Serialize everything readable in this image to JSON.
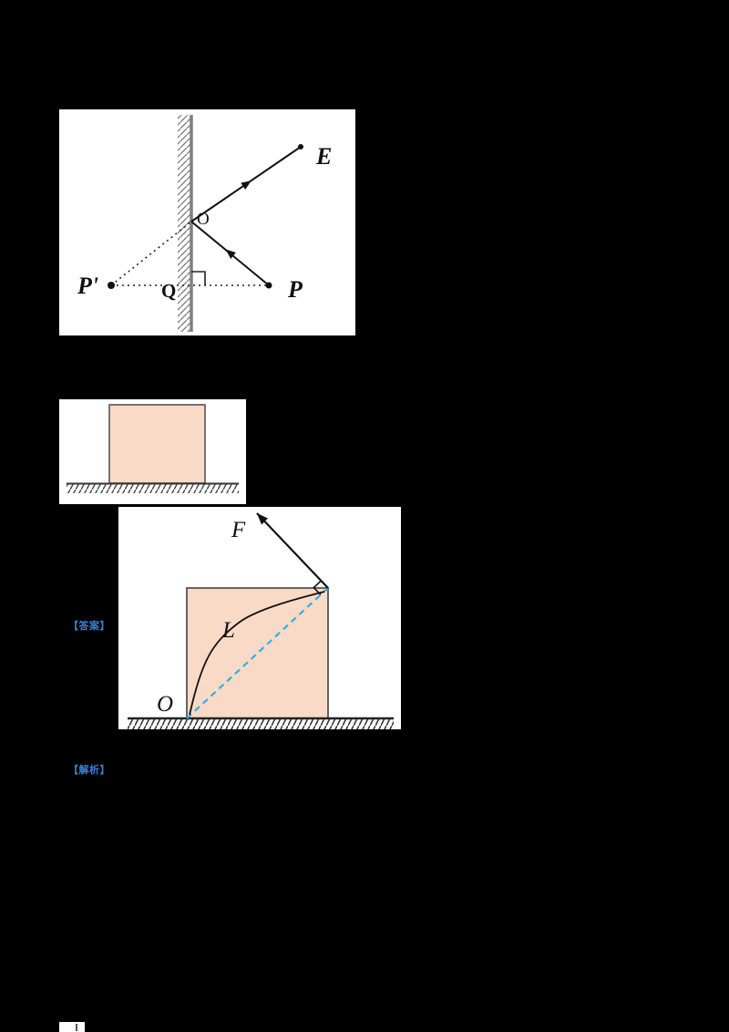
{
  "colors": {
    "page_background": "#000000",
    "figure_background": "#ffffff",
    "block_fill": "#f9dac7",
    "block_stroke": "#555555",
    "mirror_gray": "#808080",
    "diagonal_dashed_cyan": "#2ab2ea",
    "note_blue": "#3e7fd9",
    "ink": "#111111"
  },
  "optics_figure": {
    "description": "plane mirror reflection ray diagram",
    "labels": {
      "E": "E",
      "O": "O",
      "P": "P",
      "P_prime": "P'",
      "Q": "Q"
    }
  },
  "block_figure": {
    "description": "block resting on hatched ground"
  },
  "force_figure": {
    "description": "block on ground with force F applied at top corner along diagonal OL",
    "labels": {
      "F": "F",
      "L": "L",
      "O": "O"
    }
  },
  "notes": {
    "answer": "【答案】",
    "analysis": "【解析】"
  }
}
